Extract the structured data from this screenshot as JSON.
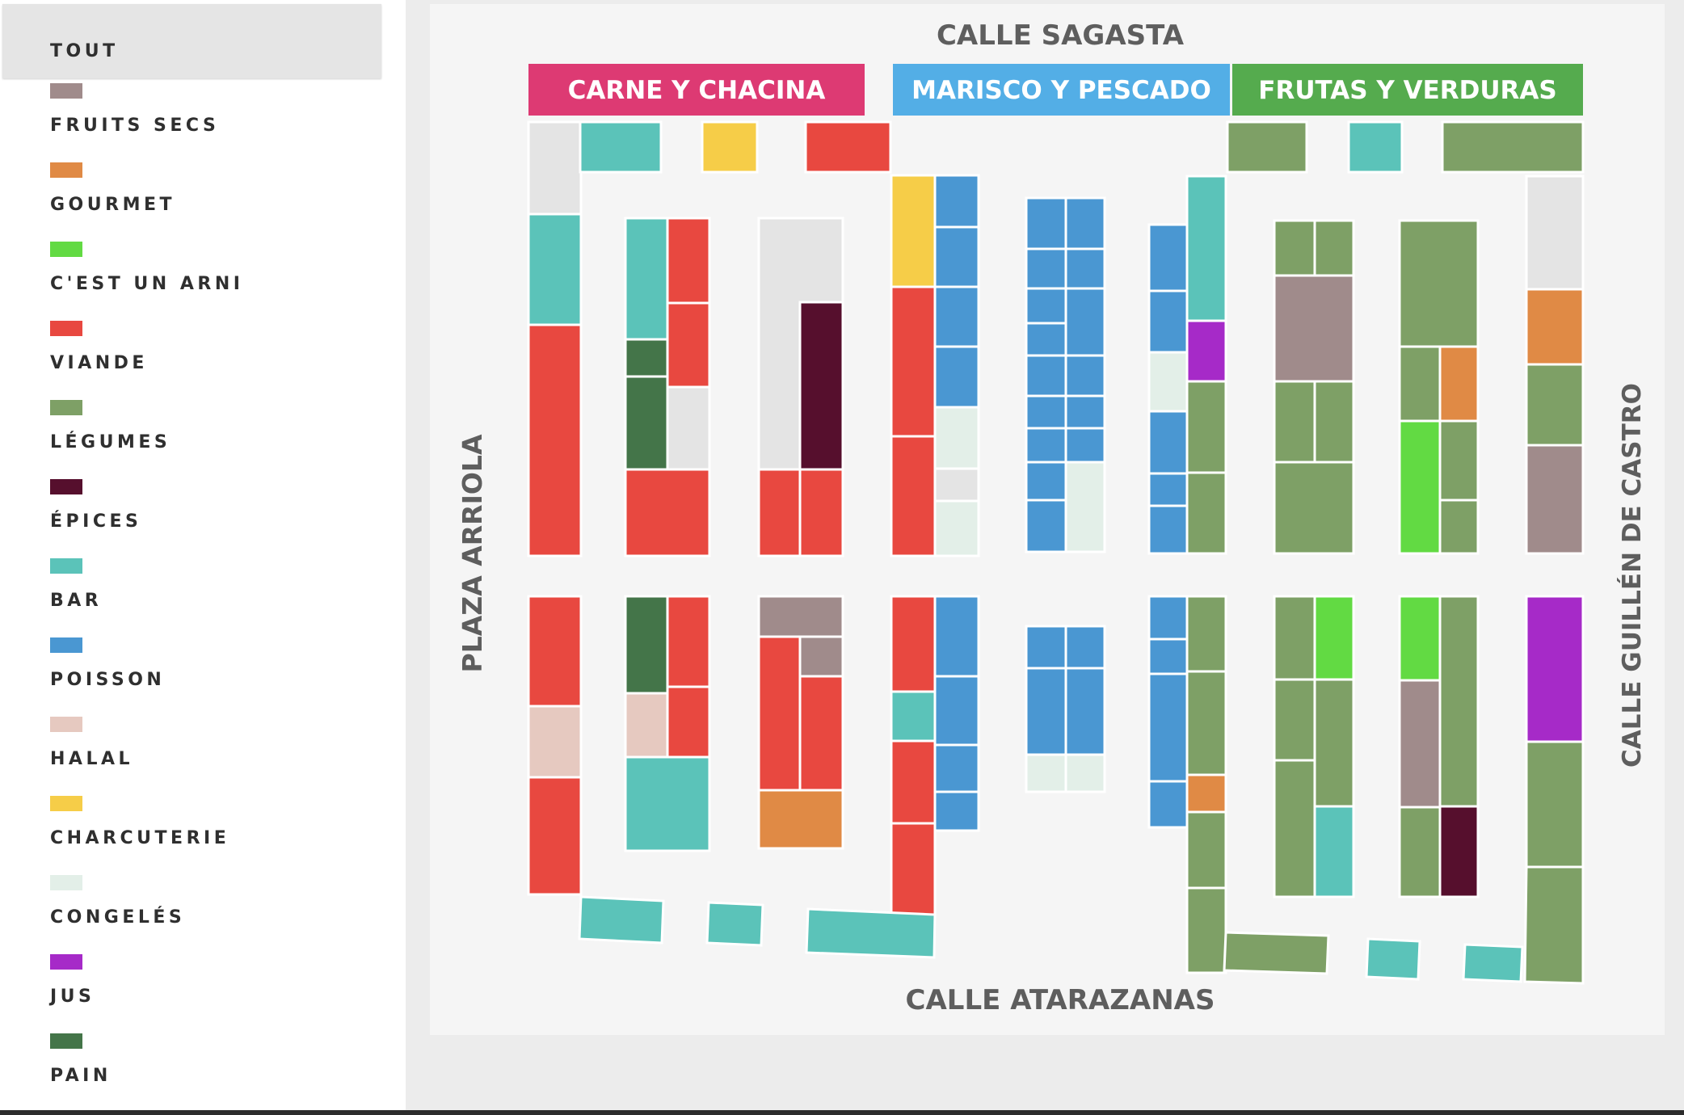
{
  "filters": {
    "all_label": "TOUT",
    "items": [
      {
        "label": "FRUITS SECS",
        "color": "#a08b8b"
      },
      {
        "label": "GOURMET",
        "color": "#e08a45"
      },
      {
        "label": "C'EST UN ARNI",
        "color": "#62da43"
      },
      {
        "label": "VIANDE",
        "color": "#e84840"
      },
      {
        "label": "LÉGUMES",
        "color": "#7ea066"
      },
      {
        "label": "ÉPICES",
        "color": "#560f2d"
      },
      {
        "label": "BAR",
        "color": "#5bc3b9"
      },
      {
        "label": "POISSON",
        "color": "#4a97d2"
      },
      {
        "label": "HALAL",
        "color": "#e6c9c0"
      },
      {
        "label": "CHARCUTERIE",
        "color": "#f6cd48"
      },
      {
        "label": "CONGELÉS",
        "color": "#e3efe8"
      },
      {
        "label": "JUS",
        "color": "#a62ac8"
      },
      {
        "label": "PAIN",
        "color": "#447549"
      }
    ]
  },
  "map": {
    "streets": {
      "top": "CALLE SAGASTA",
      "bottom": "CALLE ATARAZANAS",
      "left": "PLAZA ARRIOLA",
      "right": "CALLE GUILLÉN DE CASTRO"
    },
    "sections": [
      {
        "label": "CARNE Y CHACINA",
        "color": "#dd3a73"
      },
      {
        "label": "MARISCO Y PESCADO",
        "color": "#53aee6"
      },
      {
        "label": "FRUTAS Y VERDURAS",
        "color": "#55ab4e"
      }
    ],
    "empty_stall_color": "#e4e4e4"
  }
}
